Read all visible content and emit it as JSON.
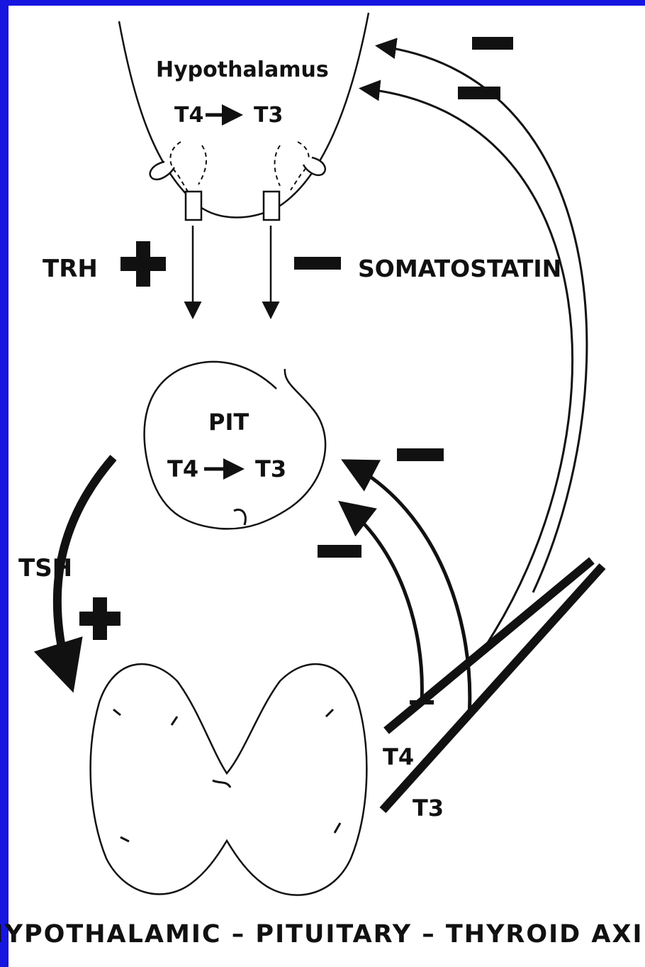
{
  "colors": {
    "border": "#1616e0",
    "ink": "#111111",
    "paper": "#ffffff"
  },
  "labels": {
    "hypothalamus": "Hypothalamus",
    "hypo_conversion_from": "T4",
    "hypo_conversion_to": "T3",
    "trh": "TRH",
    "somatostatin": "SOMATOSTATIN",
    "pit": "PIT",
    "pit_conversion_from": "T4",
    "pit_conversion_to": "T3",
    "tsh": "TSH",
    "t4": "T4",
    "t3": "T3"
  },
  "caption": "HYPOTHALAMIC – PITUITARY – THYROID  AXIS",
  "signs": {
    "trh_effect": "plus",
    "somatostatin_effect": "minus",
    "tsh_effect": "plus",
    "t4_to_hypothalamus": "minus",
    "t3_to_hypothalamus": "minus",
    "t4_to_pituitary": "minus",
    "t3_to_pituitary": "minus"
  }
}
